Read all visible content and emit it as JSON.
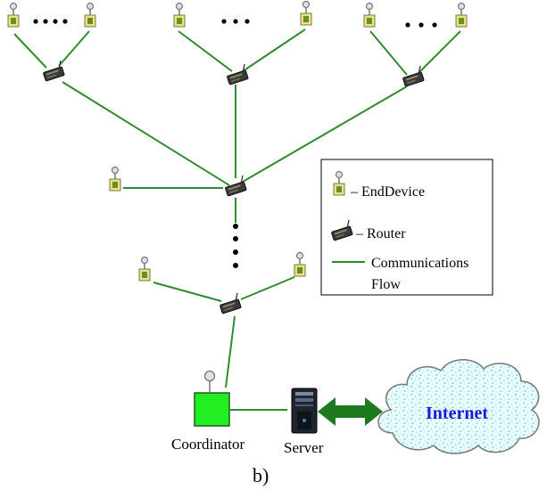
{
  "legend": {
    "end_device": "– EndDevice",
    "router": "– Router",
    "flow_line1": "Communications",
    "flow_line2": "Flow"
  },
  "labels": {
    "coordinator": "Coordinator",
    "server": "Server",
    "internet": "Internet",
    "caption": "b)"
  },
  "colors": {
    "link": "#2e8b2e",
    "coordinator": "#22ee22",
    "arrow": "#1f7a1f",
    "cloud_fill": "#e6fbff",
    "cloud_stroke": "#777777",
    "internet_text": "#1a1ad6"
  }
}
